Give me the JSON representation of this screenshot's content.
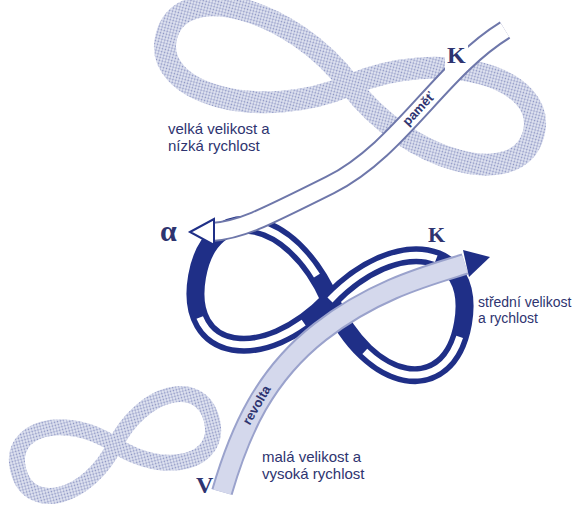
{
  "diagram": {
    "labels": [
      "K",
      "paměť",
      "velká velikost a nízká rychlost",
      "α",
      "K",
      "střední velikost a rychlost",
      "revolta",
      "malá velikost a vysoká rychlost",
      "V"
    ]
  }
}
